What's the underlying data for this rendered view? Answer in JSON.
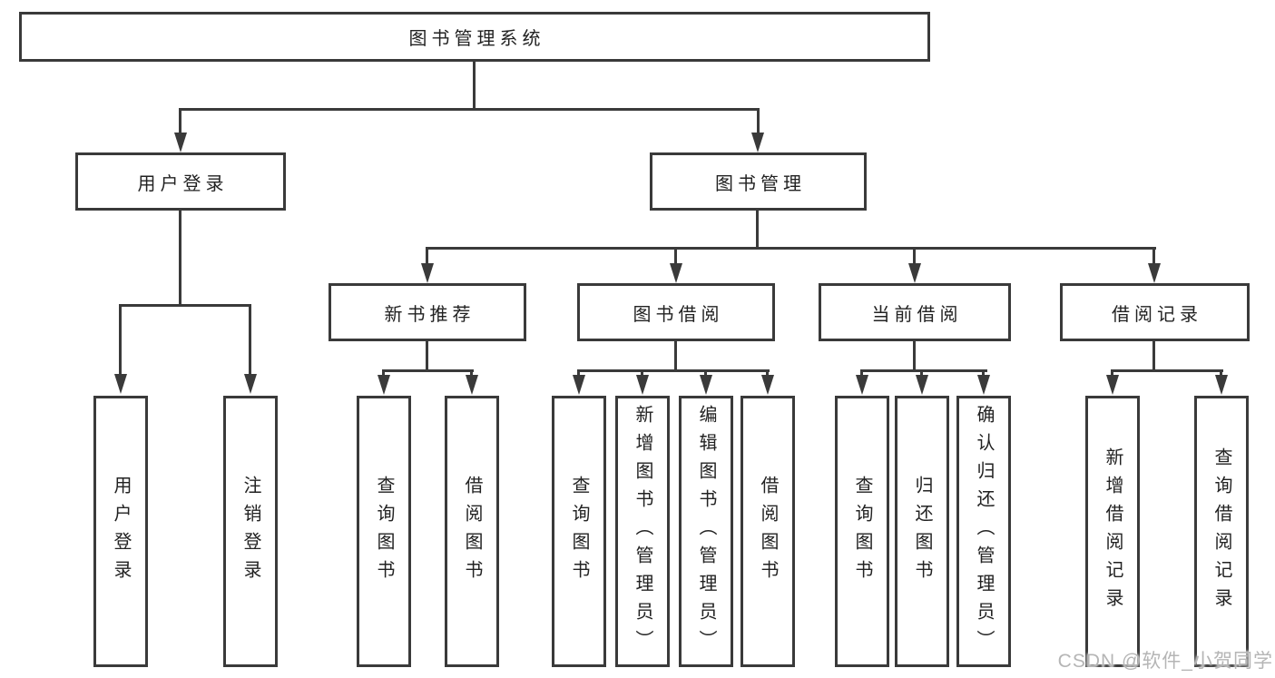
{
  "diagram": {
    "title": "图书管理系统",
    "root": "图书管理系统",
    "level2": {
      "user_login": "用户登录",
      "book_mgmt": "图书管理"
    },
    "level3": {
      "new_book_rec": "新书推荐",
      "book_borrow": "图书借阅",
      "current_borrow": "当前借阅",
      "borrow_record": "借阅记录"
    },
    "leaves": {
      "user_login_1": "用户登录",
      "user_login_2": "注销登录",
      "new_book_rec_1": "查询图书",
      "new_book_rec_2": "借阅图书",
      "book_borrow_1": "查询图书",
      "book_borrow_2": "新增图书（管理员）",
      "book_borrow_3": "编辑图书（管理员）",
      "book_borrow_4": "借阅图书",
      "current_borrow_1": "查询图书",
      "current_borrow_2": "归还图书",
      "current_borrow_3": "确认归还（管理员）",
      "borrow_record_1": "新增借阅记录",
      "borrow_record_2": "查询借阅记录"
    }
  },
  "watermark": "CSDN @软件_小贺同学",
  "colors": {
    "line": "#3a3a3a",
    "text": "#222222",
    "watermark": "#b5b5b5",
    "background": "#ffffff"
  }
}
